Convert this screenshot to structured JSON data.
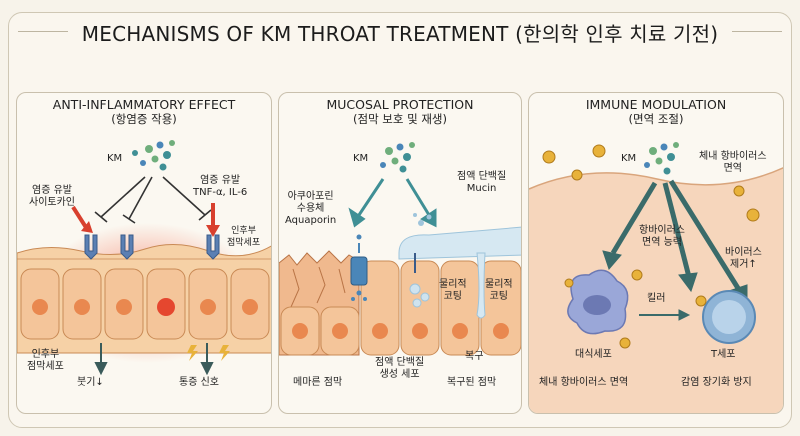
{
  "title": "MECHANISMS OF KM THROAT TREATMENT (한의학 인후 치료 기전)",
  "panels": {
    "anti": {
      "title": "ANTI-INFLAMMATORY EFFECT",
      "subtitle": "(항염증 작용)",
      "km": "KM",
      "cytokine_left": "염증 유발\n사이토카인",
      "cytokine_right": "염증 유발\nTNF-α, IL-6",
      "epithelium_right": "인후부\n점막세포",
      "epithelium_left": "인후부\n점막세포",
      "swelling": "붓기↓",
      "pain": "통증 신호"
    },
    "mucosal": {
      "title": "MUCOSAL PROTECTION",
      "subtitle": "(점막 보호 및 재생)",
      "km": "KM",
      "aquaporin": "아쿠아포린\n수용체\nAquaporin",
      "mucin": "점액 단백질\nMucin",
      "coating1": "물리적\n코팅",
      "coating2": "물리적\n코팅",
      "dry": "메마른 점막",
      "mucus_prod": "점액 단백질\n생성 세포",
      "repair": "복구",
      "repaired": "복구된 점막"
    },
    "immune": {
      "title": "IMMUNE MODULATION",
      "subtitle": "(면역 조절)",
      "km": "KM",
      "antiviral_top": "체내 항바이러스\n면역",
      "antiviral_ability": "항바이러스\n면역 능력",
      "virus_removal": "바이러스\n제거↑",
      "killer": "킬러",
      "macrophage": "대식세포",
      "tcell": "T세포",
      "antiviral_bottom": "체내 항바이러스 면역",
      "prevent": "감염 장기화 방지"
    }
  },
  "colors": {
    "teal": "#3f8f95",
    "green": "#6fae7c",
    "blue": "#4a86b8",
    "inflam": "#e8503c",
    "cell": "#f2b27c",
    "nucleus": "#e9884f",
    "mucus": "#cfe3ef",
    "virus": "#e8b23a",
    "macrophage": "#9aa7d8",
    "tcell": "#8fb4d6"
  }
}
